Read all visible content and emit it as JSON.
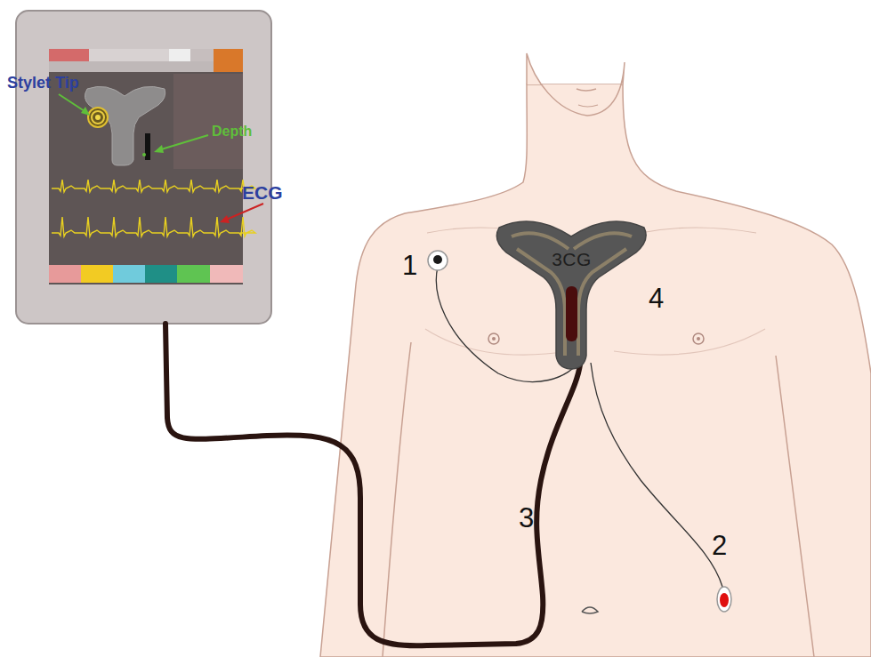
{
  "diagram": {
    "nodes": [
      {
        "text": [
          "3CG"
        ]
      }
    ],
    "labels": [
      "Stylet Tip",
      "Depth",
      "ECG",
      "1",
      "2",
      "3",
      "4"
    ]
  }
}
